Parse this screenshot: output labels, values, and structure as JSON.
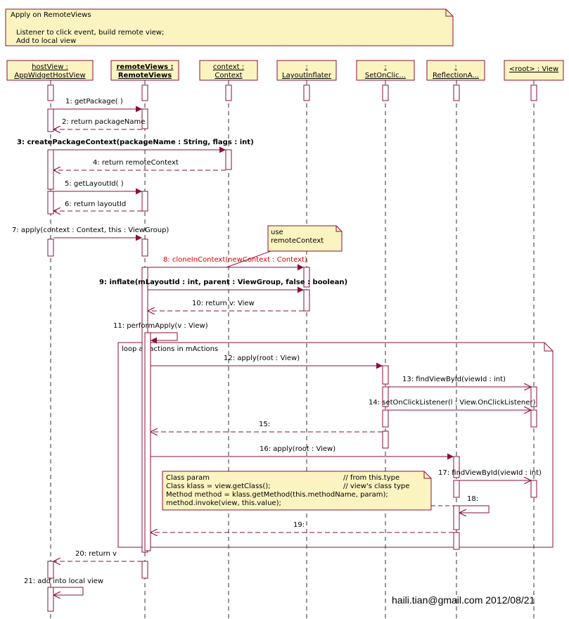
{
  "colors": {
    "line": "#8b0f3a",
    "note_fill": "#fbf4c0",
    "head_fill": "#fbf4c0",
    "activation_fill": "#ffffff",
    "highlight": "#e00000"
  },
  "note_top": {
    "line1": "Apply on RemoteViews",
    "line2": "Listener to click event, build remote view;",
    "line3": "Add to local view"
  },
  "lifelines": [
    {
      "id": "hostView",
      "line1": "hostView :",
      "line2": "AppWidgetHostView",
      "bold": false
    },
    {
      "id": "remoteViews",
      "line1": "remoteViews :",
      "line2": "RemoteViews",
      "bold": true
    },
    {
      "id": "context",
      "line1": "context :",
      "line2": "Context",
      "bold": false
    },
    {
      "id": "inflater",
      "line1": ":",
      "line2": "LayoutInflater",
      "bold": false
    },
    {
      "id": "setOnClick",
      "line1": ":",
      "line2": "SetOnClic...",
      "bold": false
    },
    {
      "id": "reflection",
      "line1": ":",
      "line2": "ReflectionA...",
      "bold": false
    },
    {
      "id": "root",
      "line1": "<root> : View",
      "line2": "",
      "bold": false
    }
  ],
  "messages": [
    {
      "id": "m1",
      "label": "1: getPackage( )"
    },
    {
      "id": "m2",
      "label": "2: return packageName"
    },
    {
      "id": "m3",
      "label": "3: createPackageContext(packageName : String, flags : int)"
    },
    {
      "id": "m4",
      "label": "4: return remoteContext"
    },
    {
      "id": "m5",
      "label": "5: getLayoutId( )"
    },
    {
      "id": "m6",
      "label": "6: return layoutId"
    },
    {
      "id": "m7",
      "label": "7: apply(context : Context, this : ViewGroup)"
    },
    {
      "id": "m8",
      "label": "8: cloneInContext(newContext : Context)"
    },
    {
      "id": "m9",
      "label": "9: inflate(mLayoutId : int, parent : ViewGroup, false : boolean)"
    },
    {
      "id": "m10",
      "label": "10: return v: View"
    },
    {
      "id": "m11",
      "label": "11: performApply(v : View)"
    },
    {
      "id": "m12",
      "label": "12: apply(root : View)"
    },
    {
      "id": "m13",
      "label": "13: findViewById(viewId : int)"
    },
    {
      "id": "m14",
      "label": "14: setOnClickListener(l : View.OnClickListener)"
    },
    {
      "id": "m15",
      "label": "15:"
    },
    {
      "id": "m16",
      "label": "16: apply(root : View)"
    },
    {
      "id": "m17",
      "label": "17: findViewById(viewId : int)"
    },
    {
      "id": "m18",
      "label": "18:"
    },
    {
      "id": "m19",
      "label": "19:"
    },
    {
      "id": "m20",
      "label": "20: return v"
    },
    {
      "id": "m21",
      "label": "21: add into local view"
    }
  ],
  "note_use": {
    "line1": "use",
    "line2": "remoteContext"
  },
  "loop_label": "loop all actions in mActions",
  "code_note": {
    "line1": "Class param",
    "line1_comment": "// from this.type",
    "line2": "Class klass = view.getClass();",
    "line2_comment": "// view's class type",
    "line3": "Method method = klass.getMethod(this.methodName, param);",
    "line4": "method.invoke(view, this.value);"
  },
  "footer": "haili.tian@gmail.com 2012/08/21"
}
